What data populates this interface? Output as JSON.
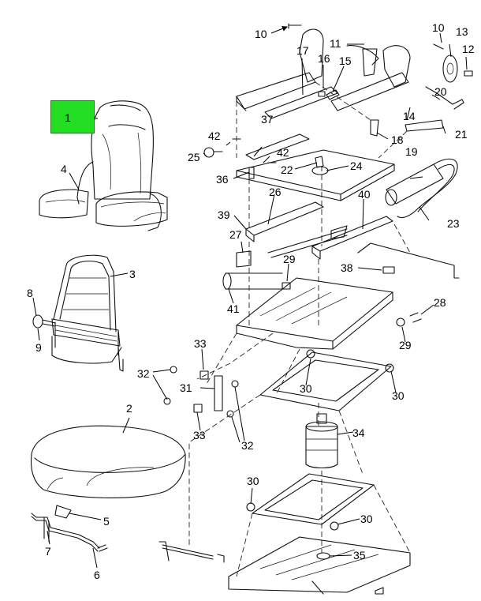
{
  "diagram": {
    "highlight": {
      "label": "1",
      "color": "#22dd22"
    },
    "callouts": [
      "1",
      "2",
      "3",
      "4",
      "5",
      "6",
      "7",
      "8",
      "9",
      "10",
      "10",
      "11",
      "12",
      "13",
      "14",
      "15",
      "16",
      "17",
      "18",
      "19",
      "20",
      "21",
      "22",
      "23",
      "24",
      "25",
      "26",
      "27",
      "28",
      "29",
      "29",
      "30",
      "30",
      "30",
      "30",
      "31",
      "32",
      "32",
      "33",
      "33",
      "34",
      "35",
      "36",
      "37",
      "38",
      "39",
      "40",
      "41",
      "42",
      "42"
    ]
  }
}
